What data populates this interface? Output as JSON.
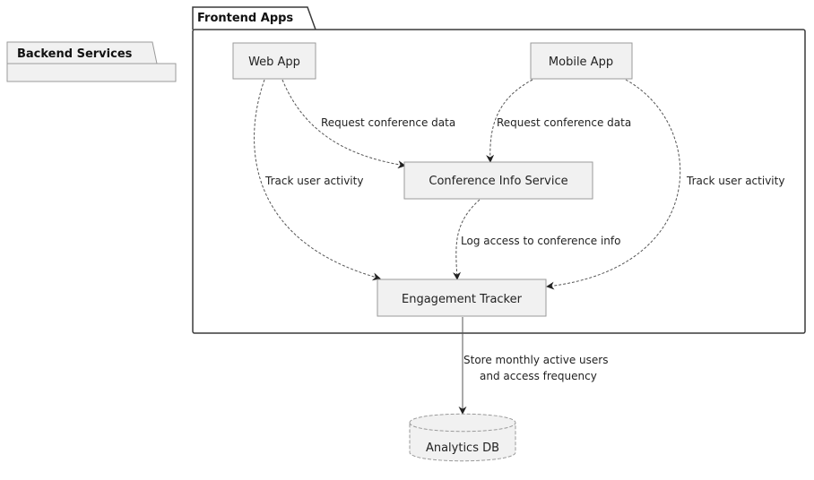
{
  "packages": {
    "backend": {
      "title": "Backend Services"
    },
    "frontend": {
      "title": "Frontend Apps"
    }
  },
  "nodes": {
    "web_app": "Web App",
    "mobile_app": "Mobile App",
    "conference_info_service": "Conference Info Service",
    "engagement_tracker": "Engagement Tracker",
    "analytics_db": "Analytics DB"
  },
  "edges": {
    "web_to_cis": "Request conference data",
    "mobile_to_cis": "Request conference data",
    "web_to_tracker": "Track user activity",
    "mobile_to_tracker": "Track user activity",
    "cis_to_tracker": "Log access to conference info",
    "tracker_to_db_line1": "Store monthly active users",
    "tracker_to_db_line2": "and access frequency"
  },
  "colors": {
    "node_fill": "#f1f1f1",
    "node_stroke": "#9a9a9a",
    "package_stroke": "#3a3a3a",
    "edge": "#555555"
  }
}
